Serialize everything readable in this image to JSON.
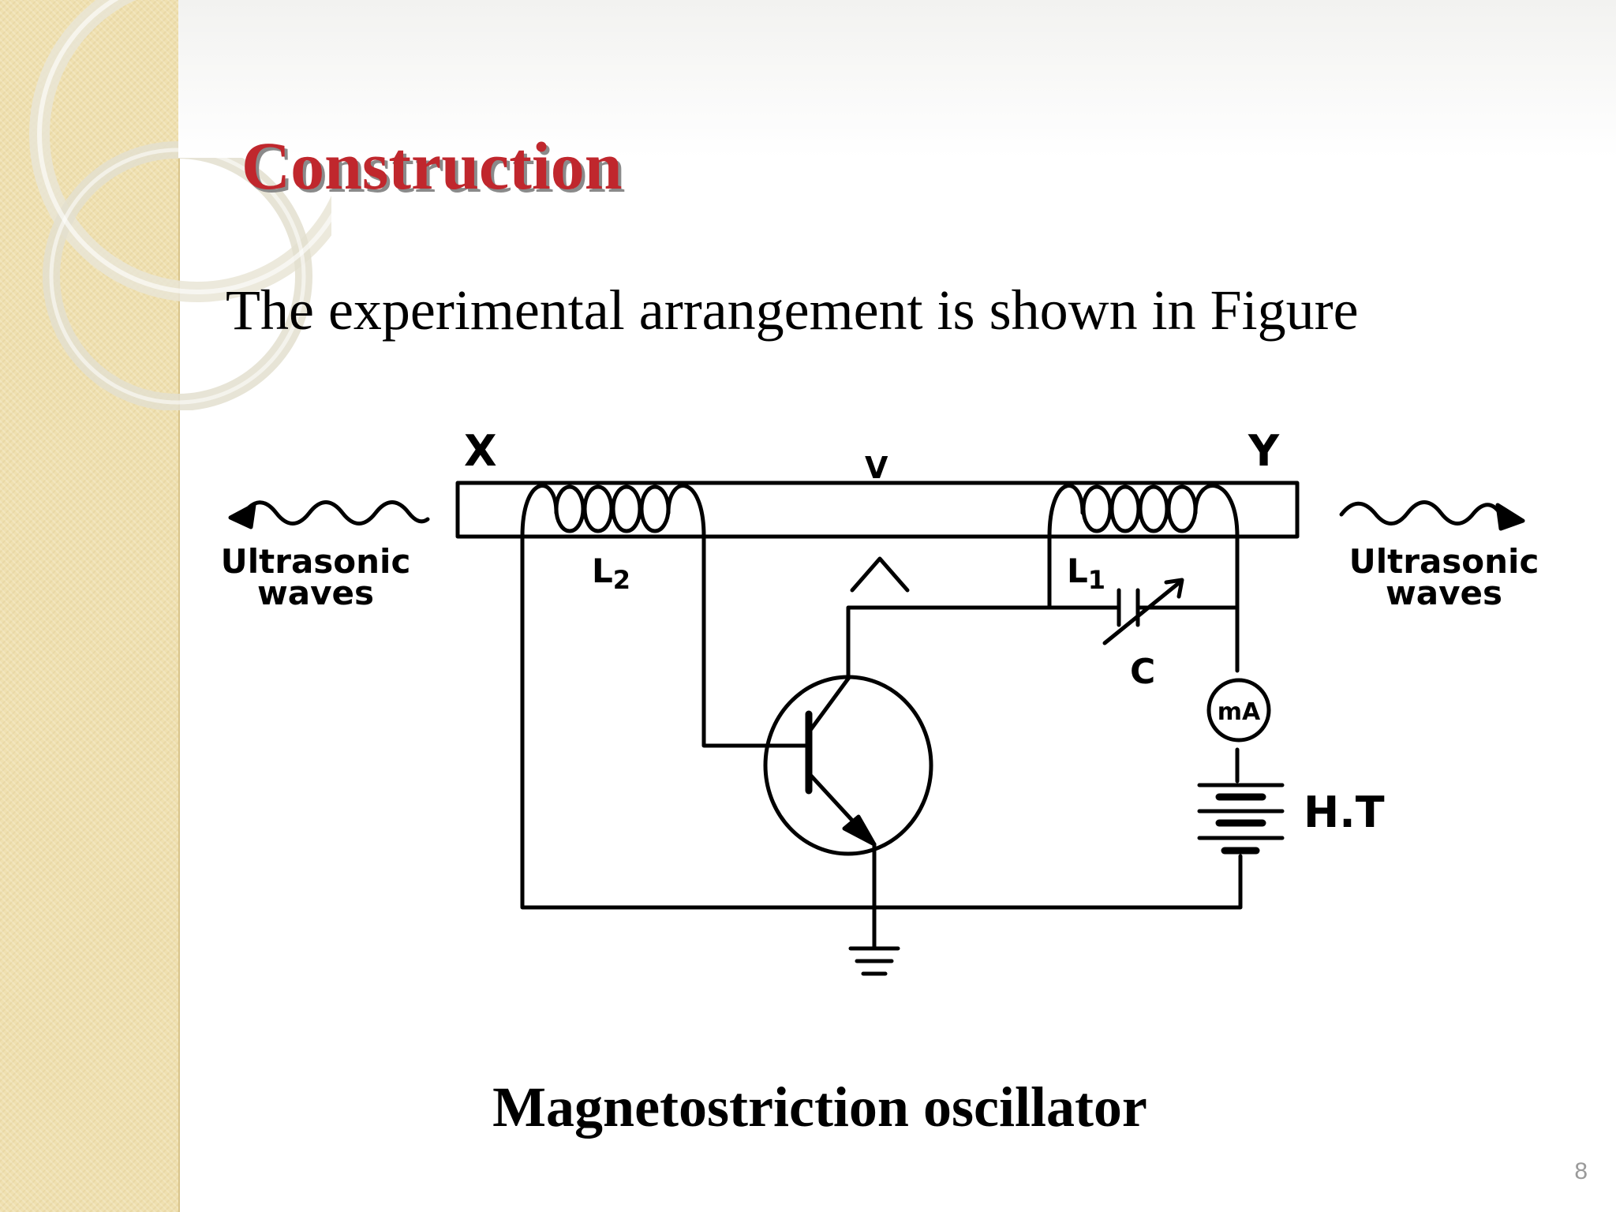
{
  "slide": {
    "title": "Construction",
    "intro": "The experimental arrangement is shown in Figure",
    "caption": "Magnetostriction oscillator",
    "page_number": "8"
  },
  "diagram": {
    "labels": {
      "rod_end_left": "X",
      "rod_end_right": "Y",
      "rod": "V",
      "coil_left": "L",
      "coil_left_sub": "2",
      "coil_right": "L",
      "coil_right_sub": "1",
      "capacitor": "C",
      "meter": "mA",
      "battery": "H.T",
      "waves_left_line1": "Ultrasonic",
      "waves_left_line2": "waves",
      "waves_right_line1": "Ultrasonic",
      "waves_right_line2": "waves"
    }
  },
  "colors": {
    "title": "#c0272d",
    "title_shadow": "#8a8a8a",
    "left_band": "#efe0b0",
    "ink": "#000000"
  }
}
